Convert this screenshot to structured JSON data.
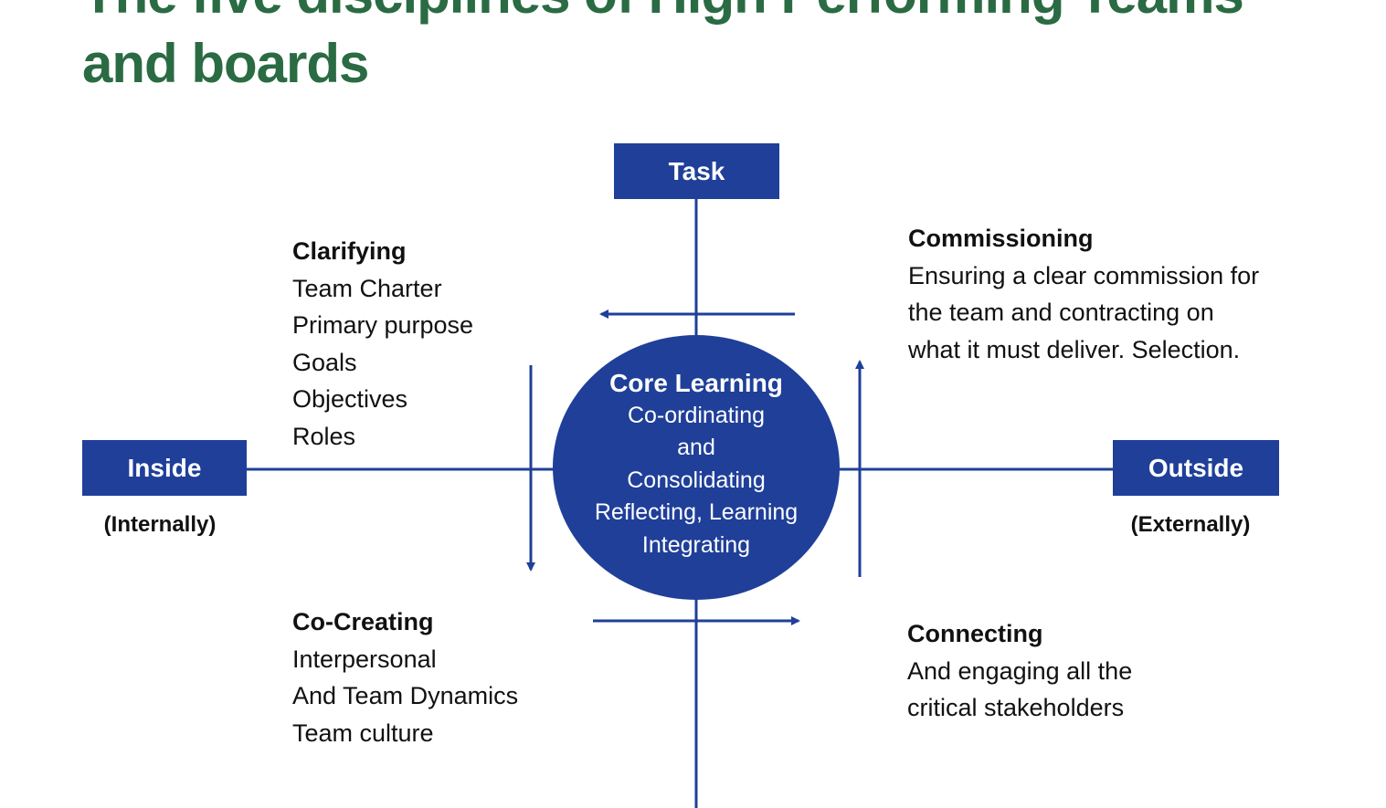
{
  "title": {
    "line1": "The five disciplines of High Performing Teams",
    "line2": "and boards"
  },
  "colors": {
    "blue": "#1f3f99",
    "green": "#2a6b43"
  },
  "axes": {
    "top": "Task",
    "left": "Inside",
    "left_sub": "(Internally)",
    "right": "Outside",
    "right_sub": "(Externally)"
  },
  "core": {
    "heading": "Core Learning",
    "lines": [
      "Co-ordinating",
      "and",
      "Consolidating",
      "Reflecting, Learning",
      "Integrating"
    ]
  },
  "quadrants": {
    "clarifying": {
      "heading": "Clarifying",
      "lines": [
        "Team Charter",
        "Primary purpose",
        "Goals",
        "Objectives",
        "Roles"
      ]
    },
    "commissioning": {
      "heading": "Commissioning",
      "lines": [
        "Ensuring a clear commission for",
        "the team and contracting on",
        "what it must deliver. Selection."
      ]
    },
    "co_creating": {
      "heading": "Co-Creating",
      "lines": [
        "Interpersonal",
        "And Team Dynamics",
        "Team culture"
      ]
    },
    "connecting": {
      "heading": "Connecting",
      "lines": [
        "And engaging all the",
        "critical stakeholders"
      ]
    }
  }
}
